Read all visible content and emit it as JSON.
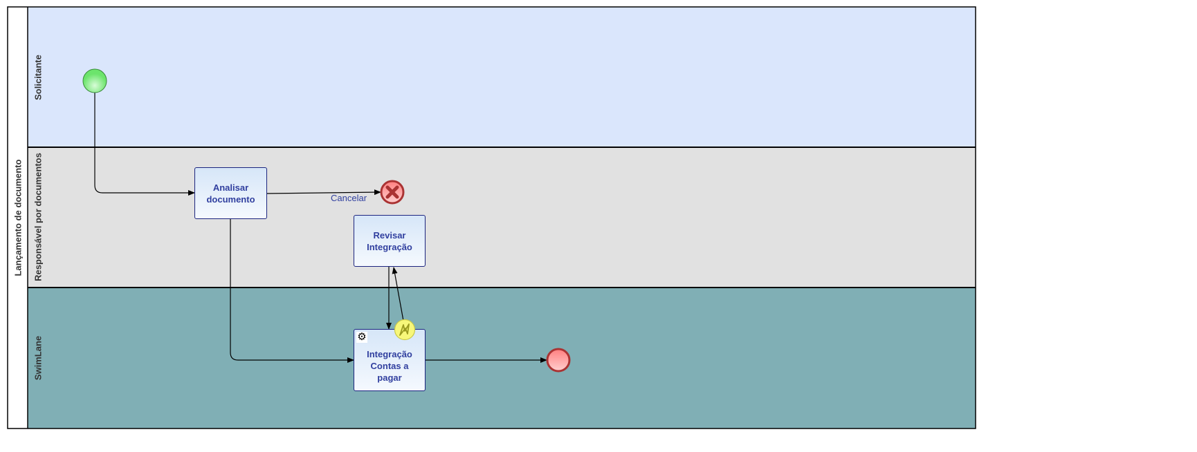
{
  "pool": {
    "title": "Lançamento de documento"
  },
  "lanes": [
    {
      "name": "Solicitante",
      "color": "#dae6fc"
    },
    {
      "name": "Responsável por documentos",
      "color": "#e1e1e1"
    },
    {
      "name": "SwimLane",
      "color": "#80afb5"
    }
  ],
  "tasks": {
    "analisar": "Analisar documento",
    "revisar": "Revisar Integração",
    "integracao": "Integração Contas a pagar"
  },
  "flows": {
    "cancel_label": "Cancelar"
  },
  "icons": {
    "service_task": "gear-icon",
    "boundary_event": "signal-lightning-icon",
    "cancel_end": "x-icon"
  }
}
